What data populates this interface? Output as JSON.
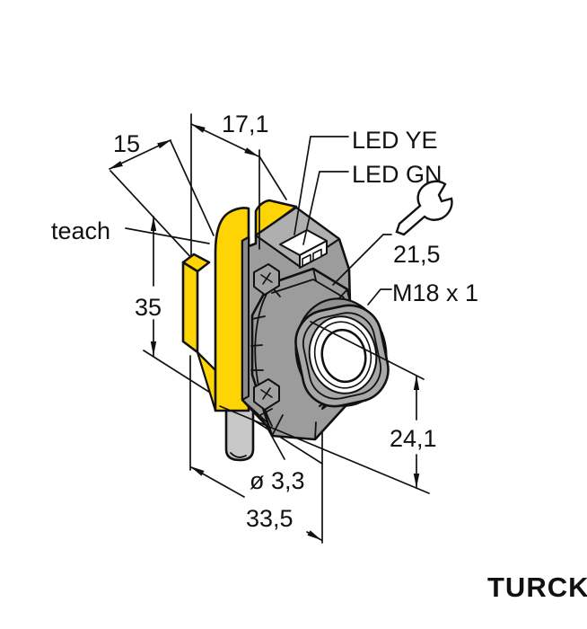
{
  "labels": {
    "depth_body": "17,1",
    "depth_bracket": "15",
    "teach": "teach",
    "height": "35",
    "led_ye": "LED YE",
    "led_gn": "LED GN",
    "wrench_size": "21,5",
    "thread_spec": "M18 x 1",
    "axis_to_bottom": "24,1",
    "hole_diameter": "ø 3,3",
    "width": "33,5"
  },
  "logo": {
    "text": "TURCK"
  },
  "icons": {
    "wrench": "wrench-icon"
  },
  "colors": {
    "housing_yellow": "#FFD405",
    "body_gray": "#9C9C9C",
    "body_top_gray": "#AFAFAF",
    "body_side_gray": "#8A8A8A",
    "cap_gray": "#A8A8A8",
    "barrel_gray": "#919191",
    "cable_gray": "#C8C8C8",
    "detail_white": "#FFFFFF",
    "line_ink": "#111111"
  }
}
